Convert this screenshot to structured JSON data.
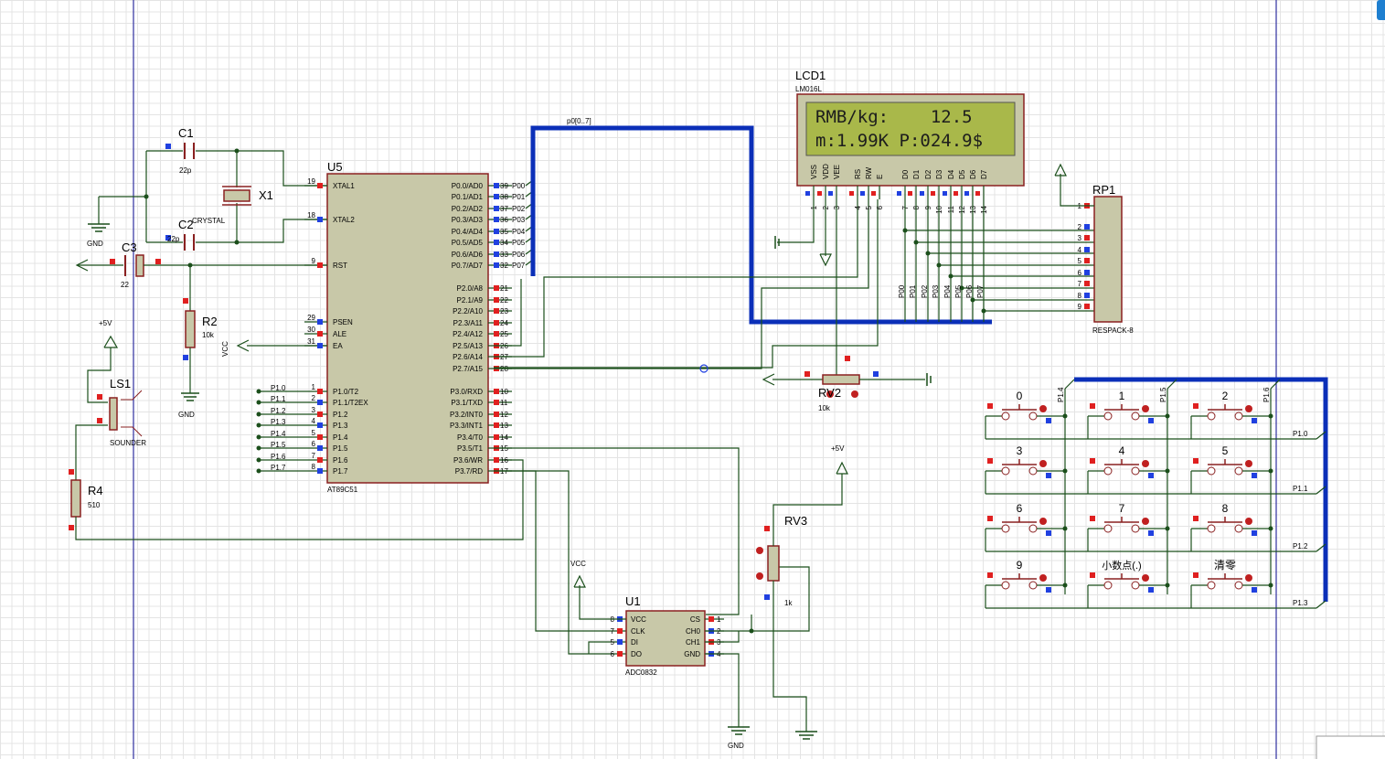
{
  "colors": {
    "wire": "#1b4f1b",
    "bus": "#0b2fb8",
    "chip_fill": "#c8c8a8",
    "chip_border": "#8a2020",
    "lcd_fill": "#a9b84a",
    "pin_red": "#e02020",
    "pin_blue": "#2040e0"
  },
  "lcd": {
    "ref": "LCD1",
    "model": "LM016L",
    "line1": "RMB/kg:    12.5",
    "line2": "m:1.99K P:024.9$",
    "pins": [
      "VSS",
      "VDD",
      "VEE",
      "RS",
      "RW",
      "E",
      "D0",
      "D1",
      "D2",
      "D3",
      "D4",
      "D5",
      "D6",
      "D7"
    ],
    "pin_numbers": [
      "1",
      "2",
      "3",
      "4",
      "5",
      "6",
      "7",
      "8",
      "9",
      "10",
      "11",
      "12",
      "13",
      "14"
    ]
  },
  "bus_label": "p0[0..7]",
  "mcu": {
    "ref": "U5",
    "model": "AT89C51",
    "left_pins": [
      {
        "num": "19",
        "name": "XTAL1"
      },
      {
        "num": "18",
        "name": "XTAL2"
      },
      {
        "num": "9",
        "name": "RST"
      },
      {
        "num": "29",
        "name": "PSEN"
      },
      {
        "num": "30",
        "name": "ALE"
      },
      {
        "num": "31",
        "name": "EA"
      },
      {
        "num": "1",
        "name": "P1.0/T2"
      },
      {
        "num": "2",
        "name": "P1.1/T2EX"
      },
      {
        "num": "3",
        "name": "P1.2"
      },
      {
        "num": "4",
        "name": "P1.3"
      },
      {
        "num": "5",
        "name": "P1.4"
      },
      {
        "num": "6",
        "name": "P1.5"
      },
      {
        "num": "7",
        "name": "P1.6"
      },
      {
        "num": "8",
        "name": "P1.7"
      }
    ],
    "right_pins": [
      {
        "num": "39",
        "name": "P0.0/AD0",
        "net": "P00"
      },
      {
        "num": "38",
        "name": "P0.1/AD1",
        "net": "P01"
      },
      {
        "num": "37",
        "name": "P0.2/AD2",
        "net": "P02"
      },
      {
        "num": "36",
        "name": "P0.3/AD3",
        "net": "P03"
      },
      {
        "num": "35",
        "name": "P0.4/AD4",
        "net": "P04"
      },
      {
        "num": "34",
        "name": "P0.5/AD5",
        "net": "P05"
      },
      {
        "num": "33",
        "name": "P0.6/AD6",
        "net": "P06"
      },
      {
        "num": "32",
        "name": "P0.7/AD7",
        "net": "P07"
      },
      {
        "num": "21",
        "name": "P2.0/A8",
        "net": ""
      },
      {
        "num": "22",
        "name": "P2.1/A9",
        "net": ""
      },
      {
        "num": "23",
        "name": "P2.2/A10",
        "net": ""
      },
      {
        "num": "24",
        "name": "P2.3/A11",
        "net": ""
      },
      {
        "num": "25",
        "name": "P2.4/A12",
        "net": ""
      },
      {
        "num": "26",
        "name": "P2.5/A13",
        "net": ""
      },
      {
        "num": "27",
        "name": "P2.6/A14",
        "net": ""
      },
      {
        "num": "28",
        "name": "P2.7/A15",
        "net": ""
      },
      {
        "num": "10",
        "name": "P3.0/RXD",
        "net": ""
      },
      {
        "num": "11",
        "name": "P3.1/TXD",
        "net": ""
      },
      {
        "num": "12",
        "name": "P3.2/INT0",
        "net": ""
      },
      {
        "num": "13",
        "name": "P3.3/INT1",
        "net": ""
      },
      {
        "num": "14",
        "name": "P3.4/T0",
        "net": ""
      },
      {
        "num": "15",
        "name": "P3.5/T1",
        "net": ""
      },
      {
        "num": "16",
        "name": "P3.6/WR",
        "net": ""
      },
      {
        "num": "17",
        "name": "P3.7/RD",
        "net": ""
      }
    ],
    "p1_nets": [
      "P1.0",
      "P1.1",
      "P1.2",
      "P1.3",
      "P1.4",
      "P1.5",
      "P1.6",
      "P1.7"
    ]
  },
  "adc": {
    "ref": "U1",
    "model": "ADC0832",
    "left": [
      {
        "num": "8",
        "name": "VCC"
      },
      {
        "num": "7",
        "name": "CLK"
      },
      {
        "num": "5",
        "name": "DI"
      },
      {
        "num": "6",
        "name": "DO"
      }
    ],
    "right": [
      {
        "num": "1",
        "name": "CS"
      },
      {
        "num": "2",
        "name": "CH0"
      },
      {
        "num": "3",
        "name": "CH1"
      },
      {
        "num": "4",
        "name": "GND"
      }
    ]
  },
  "rp1": {
    "ref": "RP1",
    "model": "RESPACK-8",
    "pins": [
      "1",
      "2",
      "3",
      "4",
      "5",
      "6",
      "7",
      "8",
      "9"
    ],
    "nets": [
      "P00",
      "P01",
      "P02",
      "P03",
      "P04",
      "P05",
      "P06",
      "P07"
    ]
  },
  "parts": {
    "c1": "C1",
    "c1_val": "22p",
    "c2": "C2",
    "c2_val": "22p",
    "c3": "C3",
    "c3_val": "22",
    "x1": "X1",
    "x1_val": "CRYSTAL",
    "r2": "R2",
    "r2_val": "10k",
    "r4": "R4",
    "r4_val": "510",
    "ls1": "LS1",
    "ls1_val": "SOUNDER",
    "rv2": "RV2",
    "rv2_val": "10k",
    "rv3": "RV3",
    "rv3_val": "1k"
  },
  "power": {
    "gnd": "GND",
    "vcc": "VCC",
    "p5v": "+5V"
  },
  "keypad": {
    "keys": [
      "0",
      "1",
      "2",
      "3",
      "4",
      "5",
      "6",
      "7",
      "8",
      "9",
      "小数点(.)",
      "清零"
    ],
    "row_nets": [
      "P1.0",
      "P1.1",
      "P1.2",
      "P1.3"
    ],
    "col_nets": [
      "P1.4",
      "P1.5",
      "P1.6"
    ]
  }
}
